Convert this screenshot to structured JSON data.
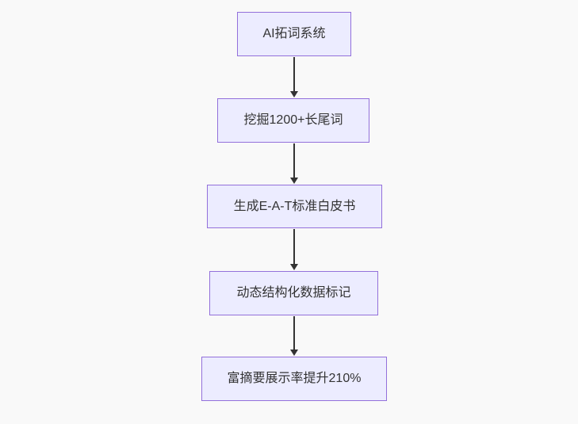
{
  "diagram": {
    "type": "flowchart",
    "direction": "top-down",
    "nodes": [
      {
        "id": "n1",
        "label": "AI拓词系统"
      },
      {
        "id": "n2",
        "label": "挖掘1200+长尾词"
      },
      {
        "id": "n3",
        "label": "生成E-A-T标准白皮书"
      },
      {
        "id": "n4",
        "label": "动态结构化数据标记"
      },
      {
        "id": "n5",
        "label": "富摘要展示率提升210%"
      }
    ],
    "edges": [
      {
        "from": "n1",
        "to": "n2"
      },
      {
        "from": "n2",
        "to": "n3"
      },
      {
        "from": "n3",
        "to": "n4"
      },
      {
        "from": "n4",
        "to": "n5"
      }
    ],
    "colors": {
      "node_fill": "#ececff",
      "node_border": "#9370db",
      "node_text": "#333333",
      "arrow": "#333333",
      "background": "#f9f9f9"
    }
  }
}
